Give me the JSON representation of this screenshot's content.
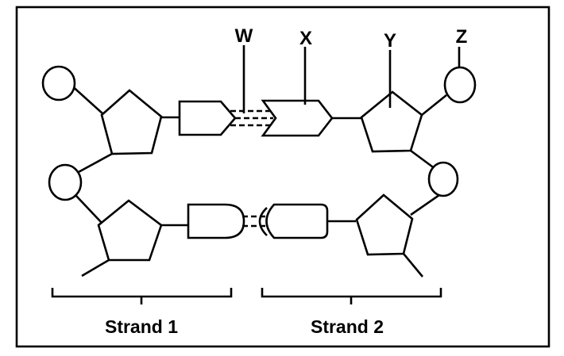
{
  "labels": {
    "w": "W",
    "x": "X",
    "y": "Y",
    "z": "Z",
    "strand_1": "Strand 1",
    "strand_2": "Strand 2"
  },
  "colors": {
    "stroke": "#000000",
    "background": "#ffffff"
  }
}
